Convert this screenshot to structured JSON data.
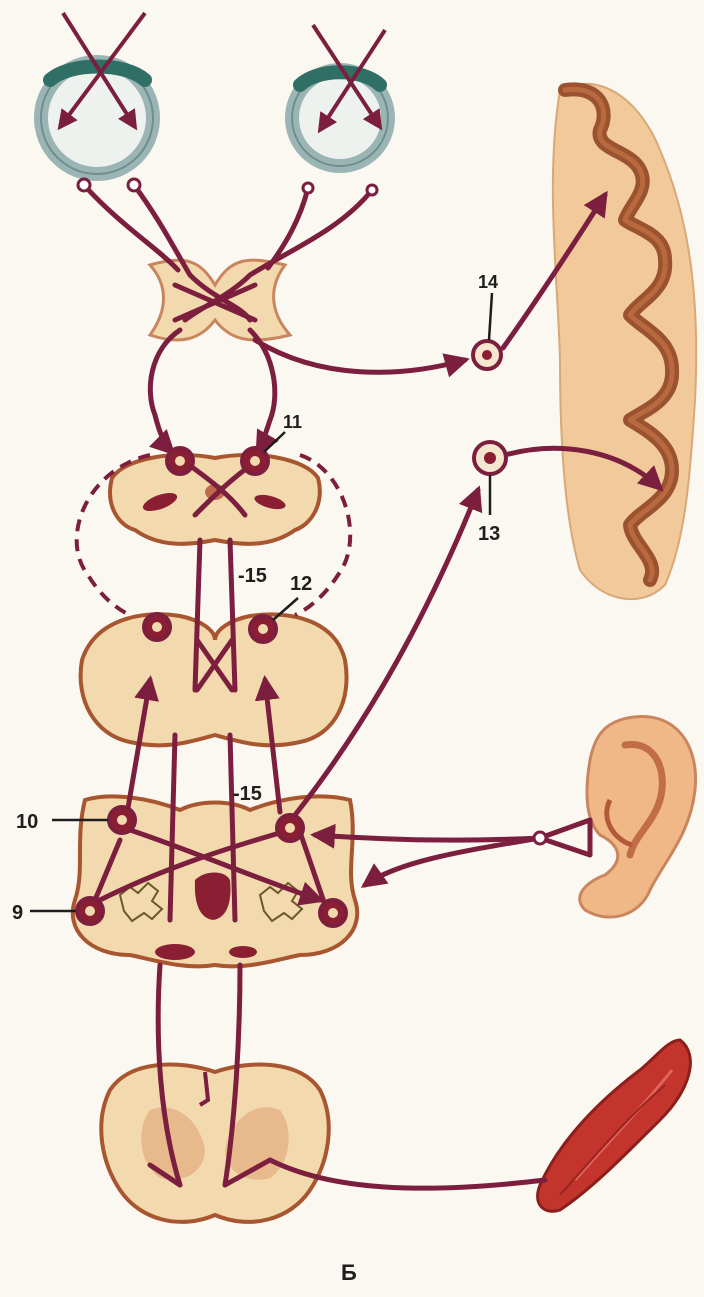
{
  "labels": {
    "n9": "9",
    "n10": "10",
    "n11": "11",
    "n12": "12",
    "n13": "13",
    "n14": "14",
    "n15_upper": "-15",
    "n15_lower": "-15",
    "caption": "Б"
  },
  "colors": {
    "pathway": "#7c1e3e",
    "tissue": "#f3d9ae",
    "tissue_edge": "#c9865e",
    "cortex_outer": "#f1c99a",
    "cortex_fold": "#9a5230",
    "muscle": "#c2342c",
    "eyeball_ring": "#9ab5b4",
    "eye_lid": "#2f6f66",
    "ear": "#f0b787",
    "nucleus_fill": "#8a1f34"
  }
}
